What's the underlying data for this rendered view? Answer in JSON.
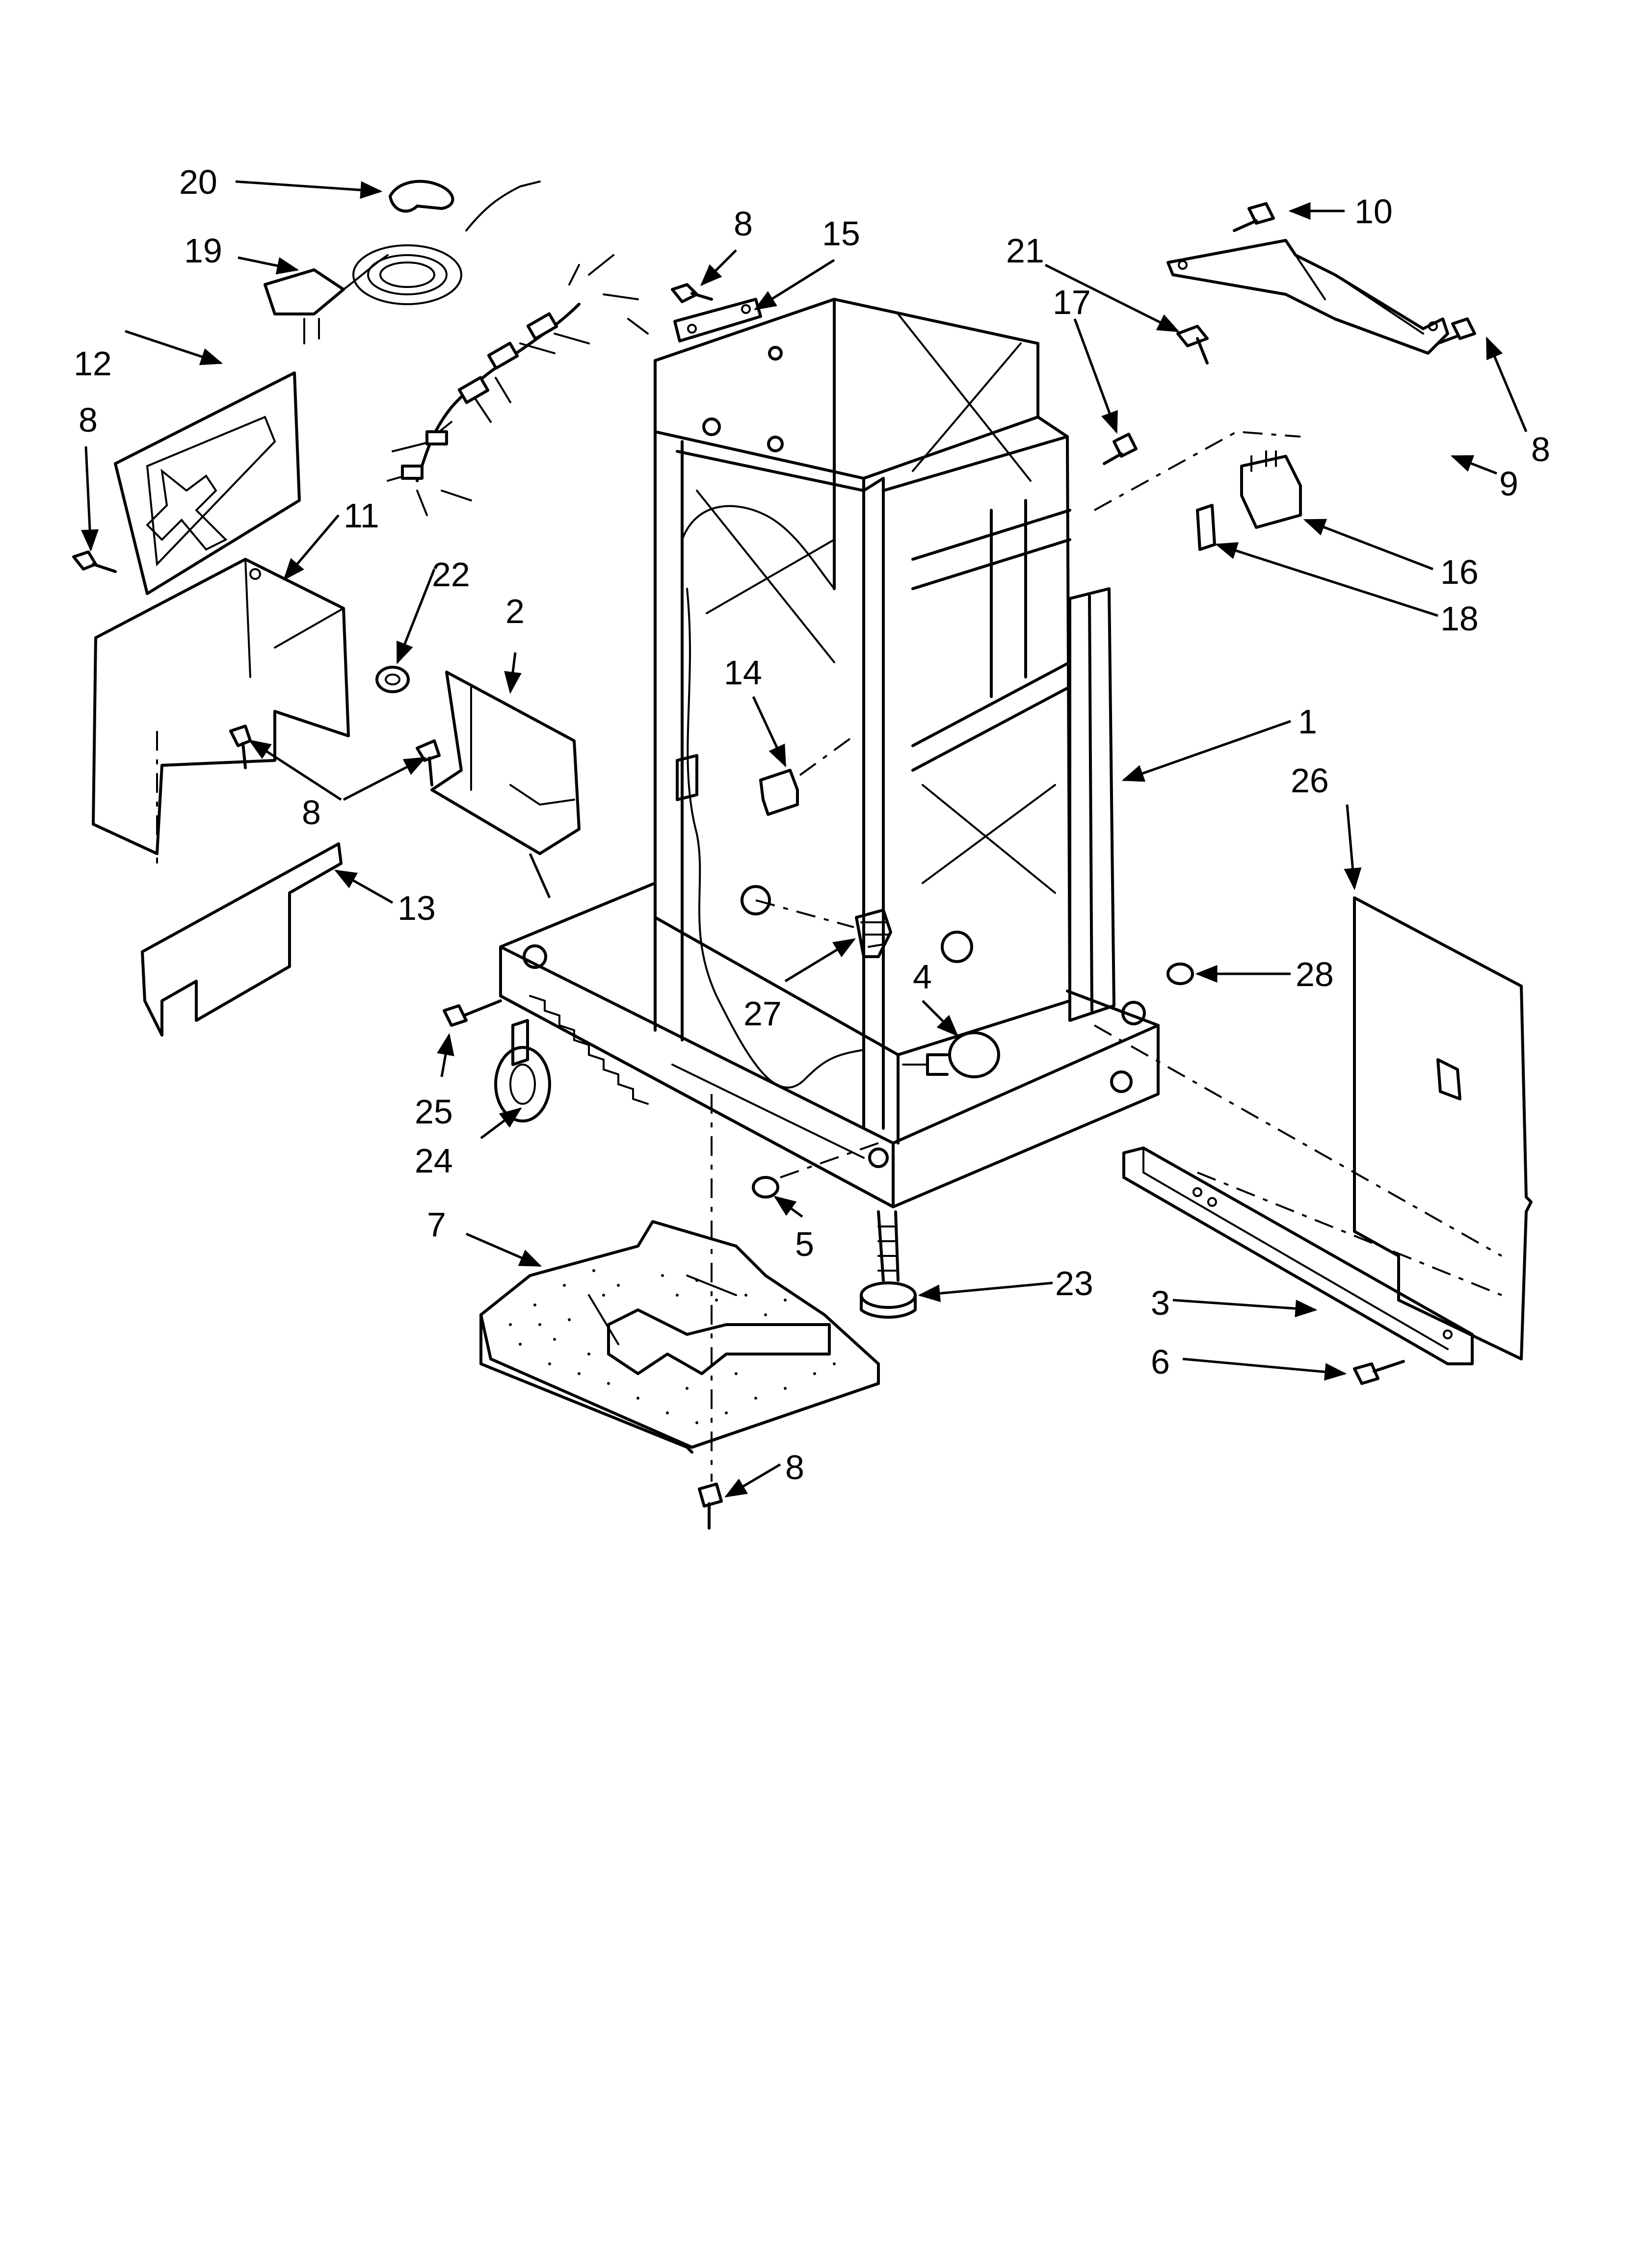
{
  "callouts": [
    "1",
    "2",
    "3",
    "4",
    "5",
    "6",
    "7",
    "8",
    "9",
    "10",
    "11",
    "12",
    "13",
    "14",
    "15",
    "16",
    "17",
    "18",
    "19",
    "20",
    "21",
    "22",
    "23",
    "24",
    "25",
    "26",
    "27",
    "28"
  ],
  "labels": {
    "c1": "1",
    "c2": "2",
    "c3": "3",
    "c4": "4",
    "c5": "5",
    "c6": "6",
    "c7": "7",
    "c8a": "8",
    "c8b": "8",
    "c8c": "8",
    "c8d": "8",
    "c8e": "8",
    "c8f": "8",
    "c9": "9",
    "c10": "10",
    "c11": "11",
    "c12": "12",
    "c13": "13",
    "c14": "14",
    "c15": "15",
    "c16": "16",
    "c17": "17",
    "c18": "18",
    "c19": "19",
    "c20": "20",
    "c21": "21",
    "c22": "22",
    "c23": "23",
    "c24": "24",
    "c25": "25",
    "c26": "26",
    "c27": "27",
    "c28": "28"
  },
  "colors": {
    "line": "#000000",
    "background": "#ffffff"
  }
}
